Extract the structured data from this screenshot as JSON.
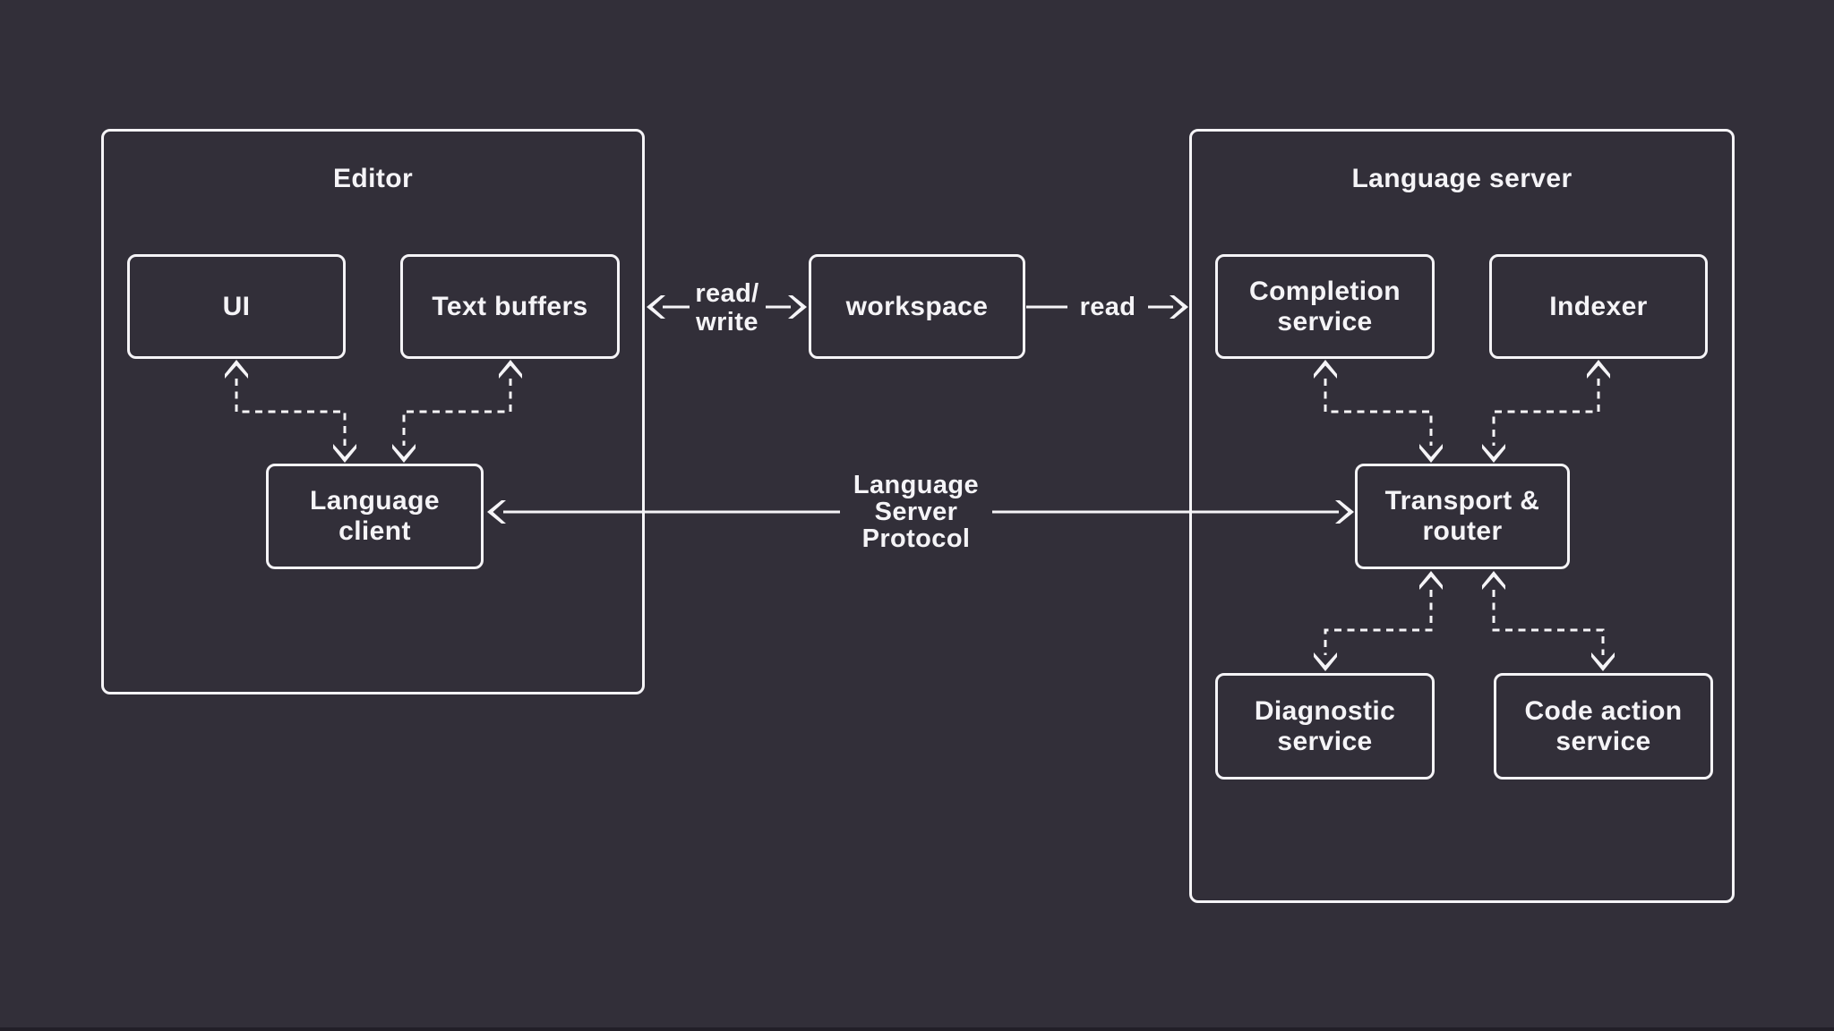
{
  "colors": {
    "background": "#322f39",
    "stroke": "#f5f4f7",
    "text": "#f5f4f7",
    "bottom_strip": "#221f28"
  },
  "groups": {
    "editor": {
      "title": "Editor"
    },
    "language_server": {
      "title": "Language server"
    }
  },
  "nodes": {
    "ui": {
      "label": "UI"
    },
    "text_buffers": {
      "label": "Text buffers"
    },
    "workspace": {
      "label": "workspace"
    },
    "language_client": {
      "label": "Language\nclient"
    },
    "completion_service": {
      "label": "Completion\nservice"
    },
    "indexer": {
      "label": "Indexer"
    },
    "transport_router": {
      "label": "Transport &\nrouter"
    },
    "diagnostic_service": {
      "label": "Diagnostic\nservice"
    },
    "code_action_service": {
      "label": "Code action\nservice"
    }
  },
  "edge_labels": {
    "read_write": {
      "text": "read/\nwrite"
    },
    "read": {
      "text": "read"
    },
    "lsp": {
      "text": "Language\nServer\nProtocol"
    }
  }
}
